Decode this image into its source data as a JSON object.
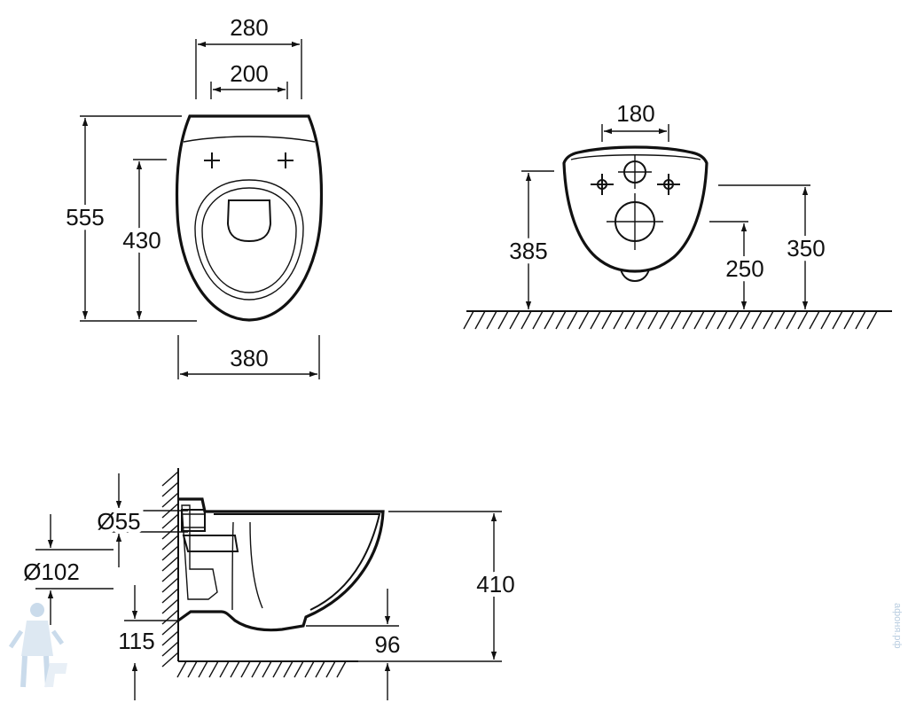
{
  "dims": {
    "top_width_outer": "280",
    "top_width_inner": "200",
    "top_length_total": "555",
    "top_length_inner": "430",
    "top_bottom_width": "380",
    "rear_hole_span": "180",
    "rear_height_left": "385",
    "rear_height_right": "350",
    "rear_hole_height": "250",
    "side_pipe_small": "Ø55",
    "side_pipe_large": "Ø102",
    "side_bottom_height": "115",
    "side_total_height": "410",
    "side_outlet_height": "96"
  },
  "watermark": "афоня.рф",
  "colors": {
    "line": "#111111",
    "watermark": "#b9cde0"
  }
}
